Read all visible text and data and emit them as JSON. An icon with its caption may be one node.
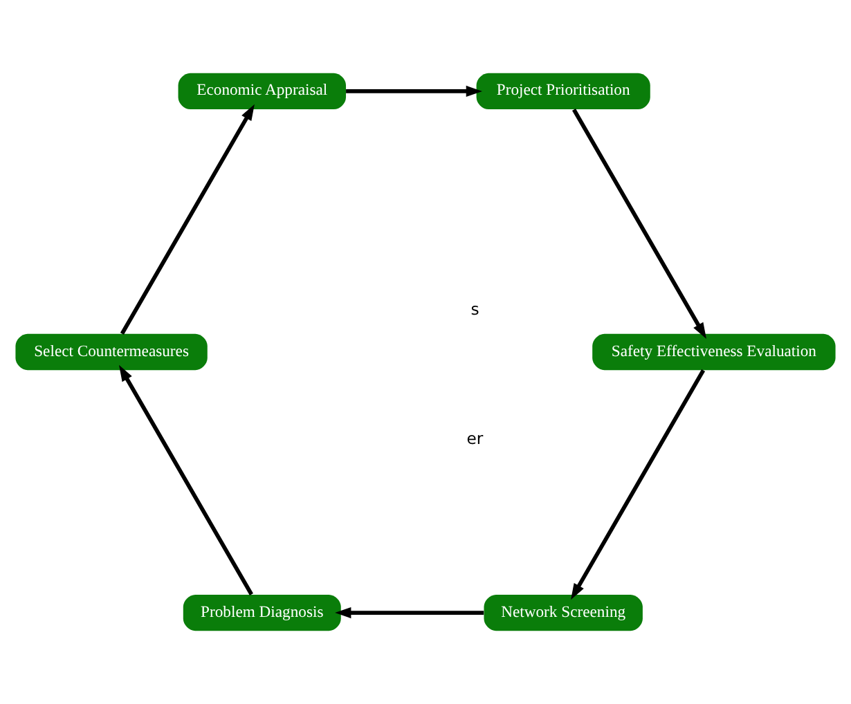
{
  "diagram": {
    "nodes": [
      {
        "text": [
          "Network Screening"
        ]
      },
      {
        "text": [
          "Problem Diagnosis"
        ]
      },
      {
        "text": [
          "Select Countermeasures"
        ]
      },
      {
        "text": [
          "Economic Appraisal"
        ]
      },
      {
        "text": [
          "Project Prioritisation"
        ]
      },
      {
        "text": [
          "Safety Effectiveness Evaluation"
        ]
      }
    ],
    "edges": [
      {
        "from": 0,
        "to": 1,
        "arrow": "to"
      },
      {
        "from": 1,
        "to": 2,
        "arrow": "to"
      },
      {
        "from": 2,
        "to": 3,
        "arrow": "to"
      },
      {
        "from": 3,
        "to": 4,
        "arrow": "to"
      },
      {
        "from": 4,
        "to": 5,
        "arrow": "to"
      },
      {
        "from": 5,
        "to": 0,
        "arrow": "to"
      }
    ],
    "labels": [
      "s",
      "er"
    ]
  }
}
